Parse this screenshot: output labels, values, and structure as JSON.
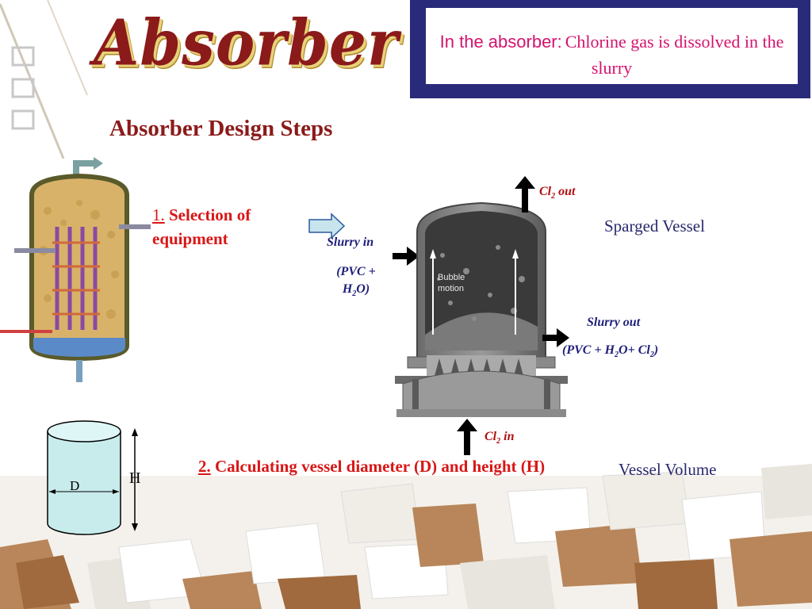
{
  "slide": {
    "title": "Absorber",
    "callout_lead": "In the absorber:",
    "callout_rest": "Chlorine gas is dissolved in the slurry",
    "subtitle": "Absorber Design Steps",
    "step1_number": "1.",
    "step1_text": "Selection of equipment",
    "step2_number": "2.",
    "step2_text": "Calculating vessel diameter (D) and height (H)",
    "sparged_vessel": "Sparged Vessel",
    "vessel_volume": "Vessel Volume",
    "slurry_in": "Slurry in",
    "slurry_in_comp_1": "(PVC +",
    "slurry_in_comp_2_a": "H",
    "slurry_in_comp_2_sub": "2",
    "slurry_in_comp_2_b": "O)",
    "cl2_out_a": "Cl",
    "cl2_out_sub": "2",
    "cl2_out_b": "out",
    "cl2_in_a": "Cl",
    "cl2_in_sub": "2",
    "cl2_in_b": "in",
    "slurry_out": "Slurry out",
    "slurry_out_comp_a": "(PVC + H",
    "slurry_out_comp_sub1": "2",
    "slurry_out_comp_b": "O+ Cl",
    "slurry_out_comp_sub2": "2",
    "slurry_out_comp_c": ")",
    "bubble_line1": "Bubble",
    "bubble_line2": "motion",
    "dim_d": "D",
    "dim_h": "H"
  },
  "colors": {
    "title": "#8b1a1a",
    "callout_border": "#2a2a7a",
    "callout_text": "#d4136e",
    "step_text": "#d91616",
    "label_navy": "#28286e",
    "cylinder_fill": "#c8ecec"
  }
}
